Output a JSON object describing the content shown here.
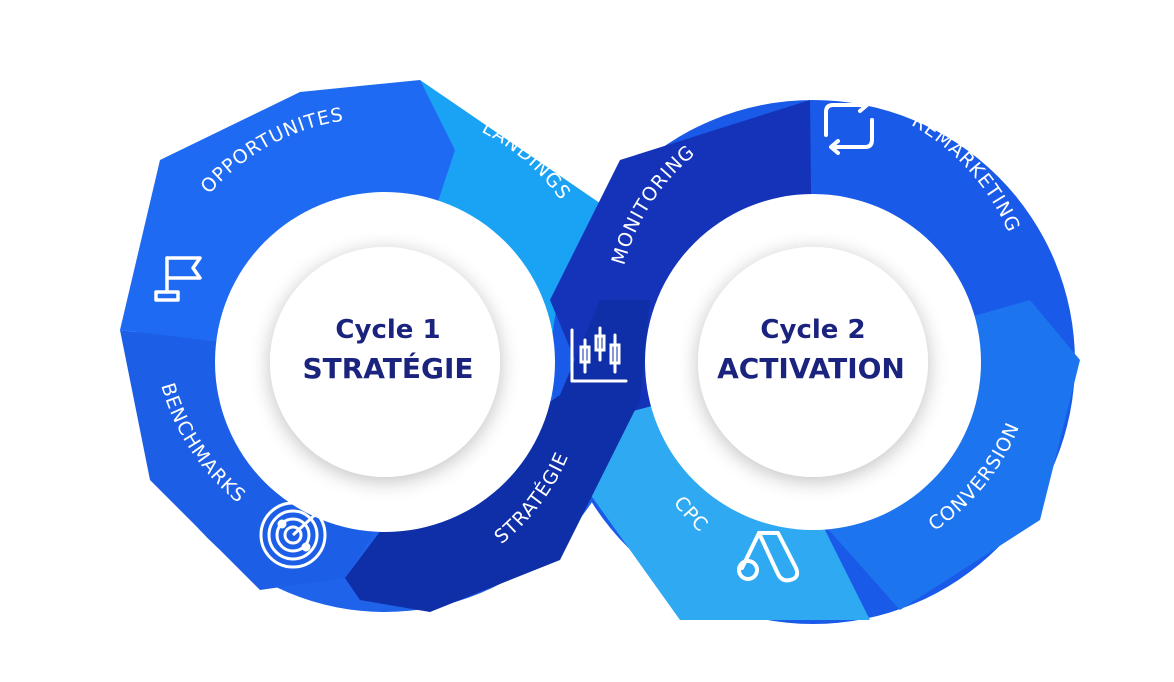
{
  "cycle1": {
    "line1": "Cycle 1",
    "line2": "STRATÉGIE",
    "labels": {
      "opportunites": "OPPORTUNITES",
      "landings": "LANDINGS",
      "benchmarks": "BENCHMARKS",
      "strategie": "STRATÉGIE"
    }
  },
  "cycle2": {
    "line1": "Cycle 2",
    "line2": "ACTIVATION",
    "labels": {
      "monitoring": "MONITORING",
      "remarketing": "REMARKETING",
      "cpc": "CPC",
      "conversion": "CONVERSION"
    }
  },
  "colors": {
    "royal_blue": "#1e63e9",
    "light_blue": "#1aa3f5",
    "sky_blue": "#2ea9f2",
    "navy": "#0f2fa8",
    "title_text": "#1a237e"
  },
  "icons": [
    "flag-icon",
    "radar-icon",
    "candlestick-chart-icon",
    "refresh-icon",
    "google-ads-icon"
  ]
}
